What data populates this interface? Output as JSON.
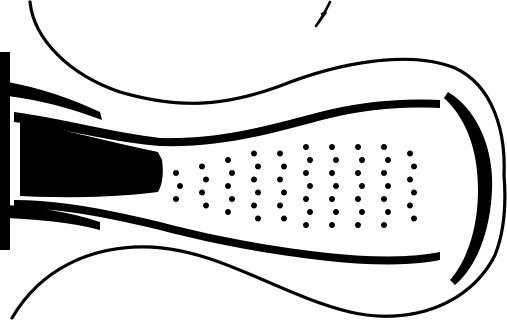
{
  "diagram": {
    "style": "black ink line drawing on white background",
    "colors": {
      "ink": "#000000",
      "background": "#ffffff"
    },
    "dot_grid": {
      "columns": 10,
      "rows_per_column": [
        3,
        4,
        5,
        6,
        6,
        7,
        7,
        7,
        7,
        6
      ]
    }
  }
}
